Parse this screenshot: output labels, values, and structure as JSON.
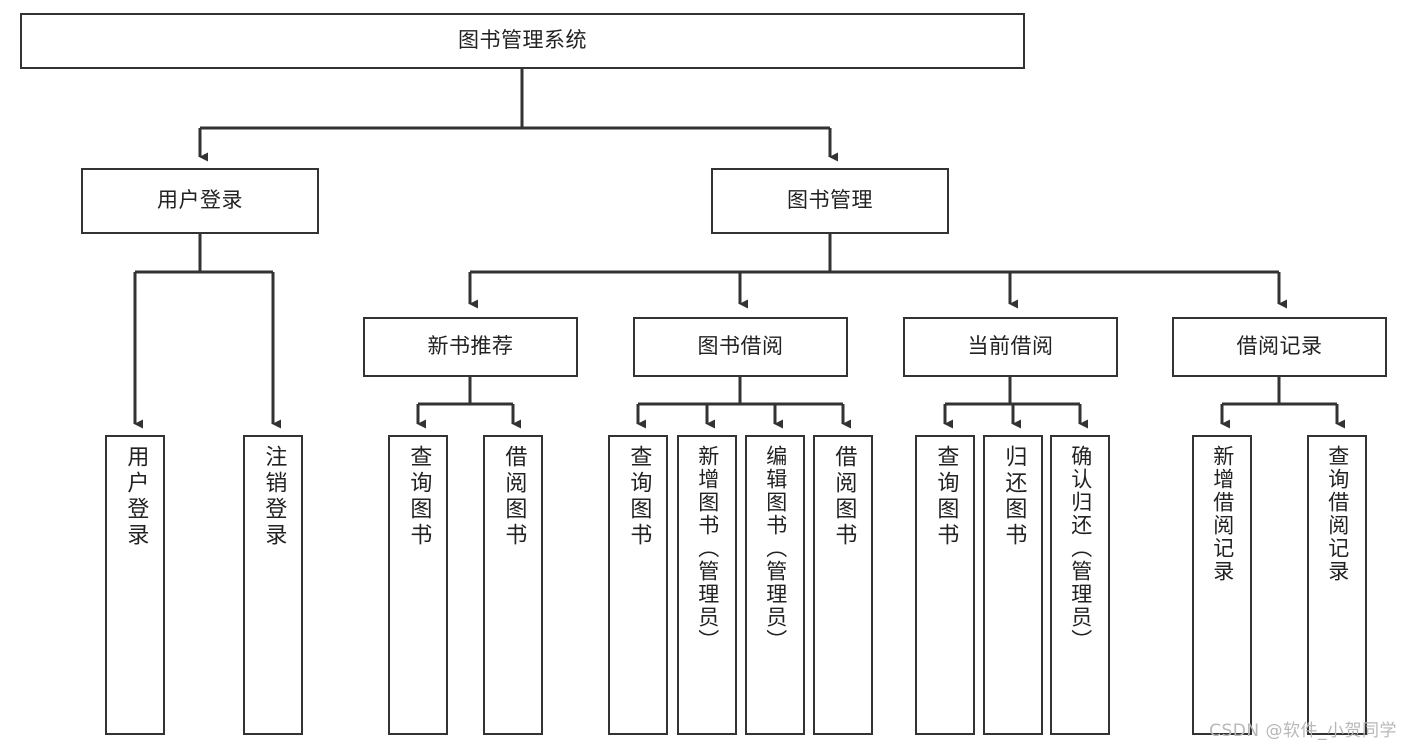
{
  "diagram": {
    "title": "图书管理系统",
    "type": "tree-hierarchy-chart",
    "colors": {
      "stroke": "#333333",
      "fill": "#ffffff",
      "text": "#222222",
      "watermark": "#b8b8b8"
    },
    "root": {
      "id": "root",
      "label": "图书管理系统",
      "orientation": "horizontal"
    },
    "level2": [
      {
        "id": "user-login",
        "label": "用户登录",
        "orientation": "horizontal"
      },
      {
        "id": "book-management",
        "label": "图书管理",
        "orientation": "horizontal"
      }
    ],
    "level3": [
      {
        "id": "new-book-recommend",
        "label": "新书推荐",
        "orientation": "horizontal",
        "parent": "book-management"
      },
      {
        "id": "book-borrow",
        "label": "图书借阅",
        "orientation": "horizontal",
        "parent": "book-management"
      },
      {
        "id": "current-borrow",
        "label": "当前借阅",
        "orientation": "horizontal",
        "parent": "book-management"
      },
      {
        "id": "borrow-record",
        "label": "借阅记录",
        "orientation": "horizontal",
        "parent": "book-management"
      }
    ],
    "leaves": [
      {
        "id": "leaf-user-login",
        "label": "用户登录",
        "parent": "user-login",
        "orientation": "vertical"
      },
      {
        "id": "leaf-logout-login",
        "label": "注销登录",
        "parent": "user-login",
        "orientation": "vertical"
      },
      {
        "id": "leaf-query-book-1",
        "label": "查询图书",
        "parent": "new-book-recommend",
        "orientation": "vertical"
      },
      {
        "id": "leaf-borrow-book-1",
        "label": "借阅图书",
        "parent": "new-book-recommend",
        "orientation": "vertical"
      },
      {
        "id": "leaf-query-book-2",
        "label": "查询图书",
        "parent": "book-borrow",
        "orientation": "vertical"
      },
      {
        "id": "leaf-add-book",
        "label": "新增图书（管理员）",
        "parent": "book-borrow",
        "orientation": "vertical"
      },
      {
        "id": "leaf-edit-book",
        "label": "编辑图书（管理员）",
        "parent": "book-borrow",
        "orientation": "vertical"
      },
      {
        "id": "leaf-borrow-book-2",
        "label": "借阅图书",
        "parent": "book-borrow",
        "orientation": "vertical"
      },
      {
        "id": "leaf-query-book-3",
        "label": "查询图书",
        "parent": "current-borrow",
        "orientation": "vertical"
      },
      {
        "id": "leaf-return-book",
        "label": "归还图书",
        "parent": "current-borrow",
        "orientation": "vertical"
      },
      {
        "id": "leaf-confirm-return",
        "label": "确认归还（管理员）",
        "parent": "current-borrow",
        "orientation": "vertical"
      },
      {
        "id": "leaf-add-borrow-record",
        "label": "新增借阅记录",
        "parent": "borrow-record",
        "orientation": "vertical"
      },
      {
        "id": "leaf-query-borrow-record",
        "label": "查询借阅记录",
        "parent": "borrow-record",
        "orientation": "vertical"
      }
    ],
    "watermark": "CSDN @软件_小贺同学"
  }
}
